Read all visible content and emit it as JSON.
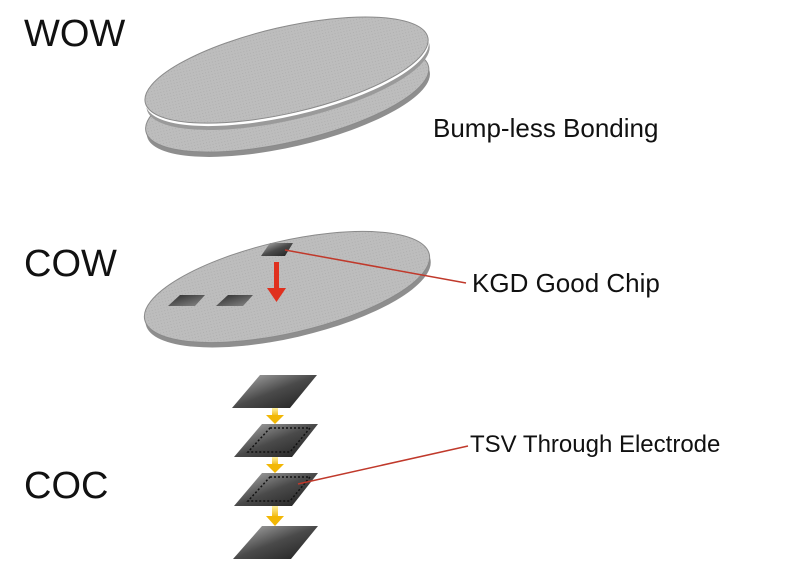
{
  "sections": {
    "wow": {
      "label": "WOW",
      "callout": "Bump-less Bonding"
    },
    "cow": {
      "label": "COW",
      "callout": "KGD Good Chip"
    },
    "coc": {
      "label": "COC",
      "callout": "TSV Through Electrode"
    }
  },
  "colors": {
    "wafer_top": "#b9b9b9",
    "wafer_edge": "#8f8f8f",
    "chip_dark": "#3a3a3a",
    "chip_light": "#a9a9a9",
    "red_arrow": "#e0301e",
    "leader_line": "#c0392b",
    "yellow_arrow": "#f2b705"
  },
  "icons": {
    "wafer": "wafer-disc-icon",
    "chip": "die-chip-icon",
    "down_arrow": "down-arrow-icon"
  }
}
